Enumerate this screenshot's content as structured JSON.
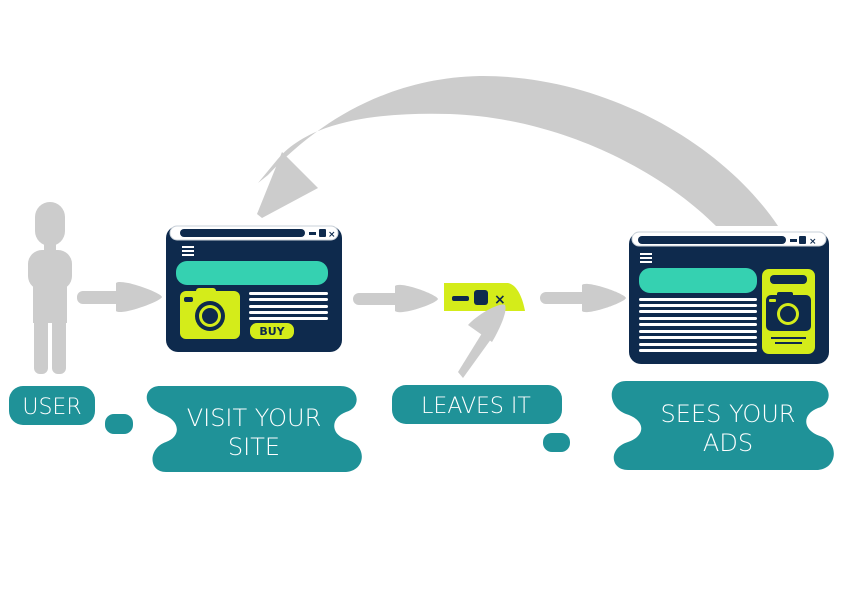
{
  "diagram": {
    "title": "Retargeting flow",
    "steps": [
      {
        "id": "user",
        "label": "USER"
      },
      {
        "id": "visit",
        "label_lines": [
          "VISIT YOUR",
          "SITE"
        ]
      },
      {
        "id": "leaves",
        "label": "LEAVES IT"
      },
      {
        "id": "ads",
        "label_lines": [
          "SEES YOUR",
          "ADS"
        ]
      }
    ],
    "site_window": {
      "button_label": "BUY"
    },
    "colors": {
      "navy": "#0e2a4d",
      "teal_label": "#1f9298",
      "mint": "#35d1b1",
      "lime": "#d4ec1a",
      "arrow_gray": "#cccccc"
    }
  }
}
